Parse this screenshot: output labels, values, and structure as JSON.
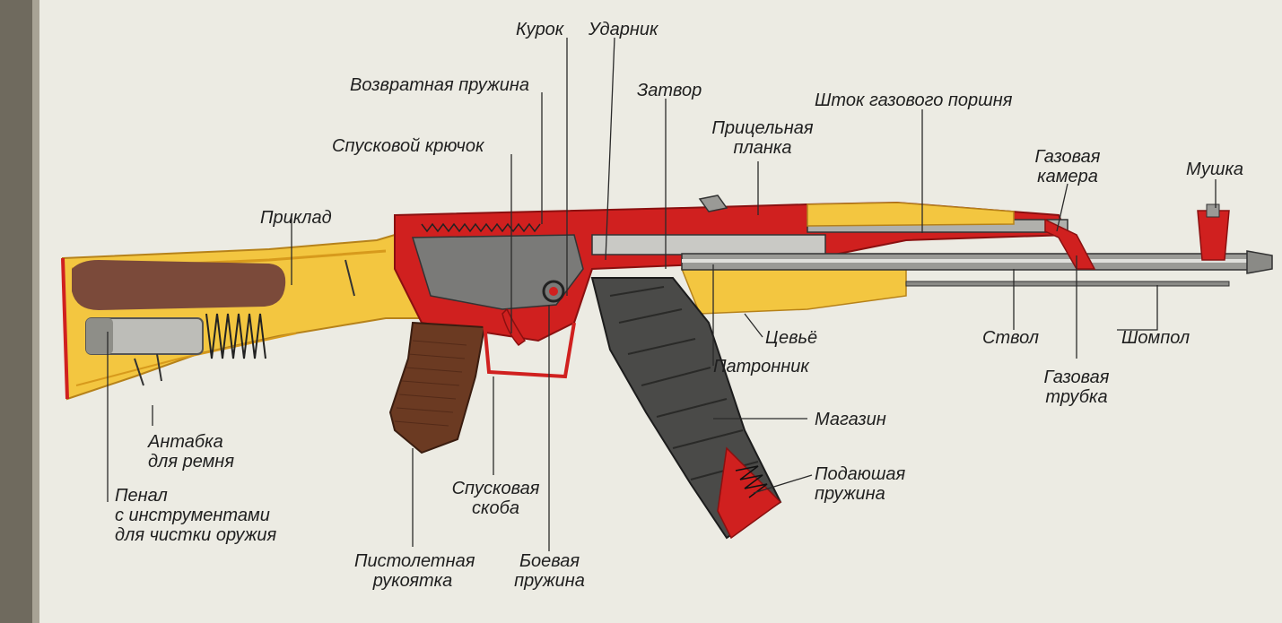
{
  "colors": {
    "paper": "#ecebe3",
    "wood": "#f3c640",
    "wood_dark": "#d79a1c",
    "red": "#d0201f",
    "metal": "#8c8c8c",
    "metal_dark": "#3d3d3d",
    "grip": "#6b3a22",
    "leader": "#2a2a2a"
  },
  "labels": {
    "kurok": "Курок",
    "udarnik": "Ударник",
    "vozvratnaya": "Возвратная пружина",
    "zatvor": "Затвор",
    "shtok": "Шток газового поршня",
    "spuskovoy": "Спусковой крючок",
    "pricelnaya": "Прицельная\nпланка",
    "gaz_kamera": "Газовая\nкамера",
    "mushka": "Мушка",
    "priklad": "Приклад",
    "tsevye": "Цевьё",
    "stvol": "Ствол",
    "shompol": "Шомпол",
    "patronnik": "Патронник",
    "gaz_trubka": "Газовая\nтрубка",
    "magazin": "Магазин",
    "antabka": "Антабка\nдля ремня",
    "penal": "Пенал\nс инструментами\nдля чистки оружия",
    "podayushaya": "Подаюшая\nпружина",
    "spuskovaya_skoba": "Спусковая\nскоба",
    "pistoletnaya": "Пистолетная\nрукоятка",
    "boevaya": "Боевая\nпружина"
  }
}
